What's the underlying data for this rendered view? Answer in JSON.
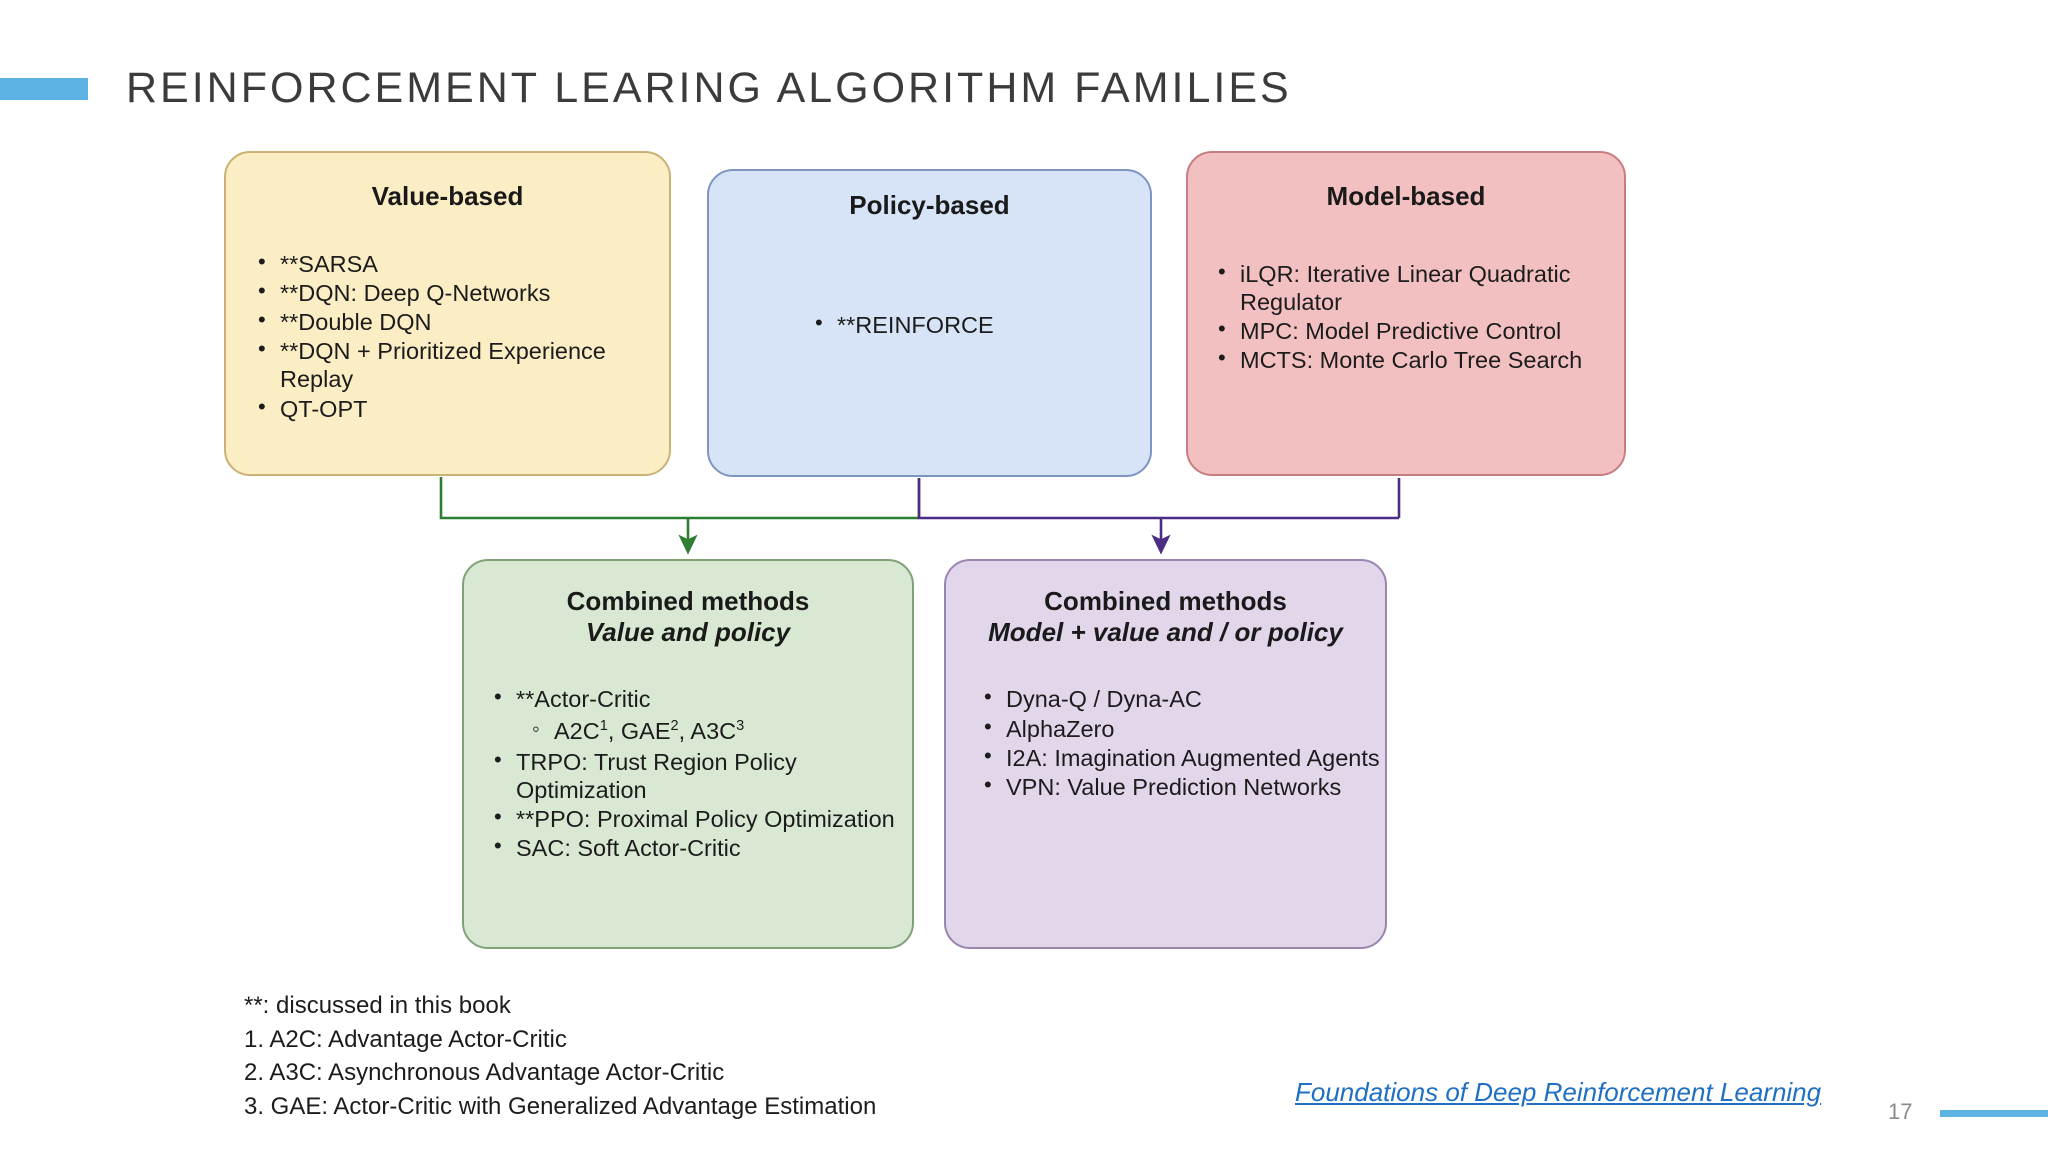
{
  "slide": {
    "title": "REINFORCEMENT LEARING ALGORITHM FAMILIES",
    "page_number": "17",
    "source_link": "Foundations of Deep Reinforcement Learning",
    "accent_color": "#5CB3E4",
    "link_color": "#1F6FC4"
  },
  "diagram": {
    "type": "flowchart",
    "nodes": [
      {
        "id": "value-based",
        "title": "Value-based",
        "fill": "#FBEDC4",
        "stroke": "#C9B274",
        "items": [
          {
            "text": "**SARSA",
            "level": 1
          },
          {
            "text": "**DQN: Deep Q-Networks",
            "level": 1
          },
          {
            "text": "**Double DQN",
            "level": 1
          },
          {
            "text": "**DQN + Prioritized Experience Replay",
            "level": 1
          },
          {
            "text": "QT-OPT",
            "level": 1
          }
        ]
      },
      {
        "id": "policy-based",
        "title": "Policy-based",
        "fill": "#D7E4F7",
        "stroke": "#7E95C2",
        "items": [
          {
            "text": "**REINFORCE",
            "level": 1
          }
        ]
      },
      {
        "id": "model-based",
        "title": "Model-based",
        "fill": "#F3C0C1",
        "stroke": "#C77D80",
        "items": [
          {
            "text": "iLQR: Iterative Linear Quadratic Regulator",
            "level": 1
          },
          {
            "text": "MPC: Model Predictive Control",
            "level": 1
          },
          {
            "text": "MCTS: Monte Carlo Tree Search",
            "level": 1
          }
        ]
      },
      {
        "id": "combined-value-policy",
        "title": "Combined methods",
        "subtitle": "Value and policy",
        "fill": "#D9E8D2",
        "stroke": "#7FA376",
        "items": [
          {
            "text": "**Actor-Critic",
            "level": 1
          },
          {
            "text": "A2C1, GAE2, A3C3",
            "level": 2
          },
          {
            "text": "TRPO: Trust Region Policy Optimization",
            "level": 1
          },
          {
            "text": "**PPO: Proximal Policy Optimization",
            "level": 1
          },
          {
            "text": "SAC: Soft Actor-Critic",
            "level": 1
          }
        ]
      },
      {
        "id": "combined-model-value-policy",
        "title": "Combined methods",
        "subtitle": "Model + value and / or policy",
        "fill": "#E2D6EA",
        "stroke": "#9B84B0",
        "items": [
          {
            "text": "Dyna-Q / Dyna-AC",
            "level": 1
          },
          {
            "text": "AlphaZero",
            "level": 1
          },
          {
            "text": "I2A: Imagination Augmented Agents",
            "level": 1
          },
          {
            "text": "VPN: Value Prediction Networks",
            "level": 1
          }
        ]
      }
    ],
    "edges": [
      {
        "from": [
          "value-based",
          "policy-based"
        ],
        "to": "combined-value-policy",
        "color": "#2E7D32"
      },
      {
        "from": [
          "policy-based",
          "model-based"
        ],
        "to": "combined-model-value-policy",
        "color": "#4B2E83"
      }
    ]
  },
  "footnotes": [
    "**: discussed in this book",
    "1. A2C: Advantage Actor-Critic",
    "2. A3C: Asynchronous Advantage Actor-Critic",
    "3. GAE: Actor-Critic with Generalized Advantage Estimation"
  ]
}
